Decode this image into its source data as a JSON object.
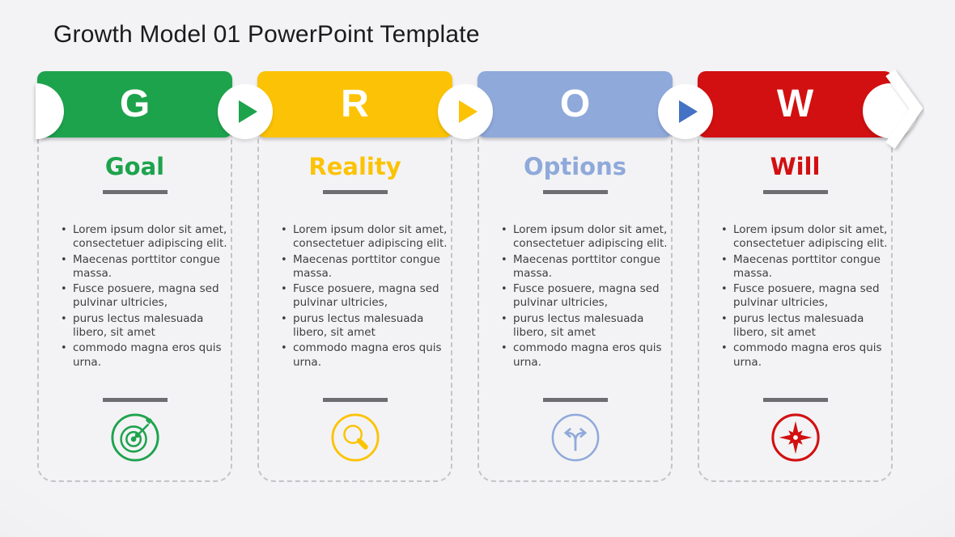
{
  "slide": {
    "title": "Growth Model 01 PowerPoint Template"
  },
  "colors": {
    "background": "#f0f0f2",
    "rule": "#6e6e72",
    "body_text": "#3e3e41",
    "title_text": "#1b1b1d",
    "card_border_dash": "#c4c4c8"
  },
  "cards": [
    {
      "letter": "G",
      "title": "Goal",
      "accent": "#1ea34d",
      "icon": "target-icon",
      "bullets": [
        "Lorem ipsum dolor sit amet, consectetuer adipiscing elit.",
        "Maecenas porttitor congue massa.",
        "Fusce posuere, magna sed pulvinar ultricies,",
        "purus lectus malesuada libero, sit amet",
        "commodo magna eros quis urna."
      ]
    },
    {
      "letter": "R",
      "title": "Reality",
      "accent": "#fcc306",
      "icon": "magnifier-icon",
      "bullets": [
        "Lorem ipsum dolor sit amet, consectetuer adipiscing elit.",
        "Maecenas porttitor congue massa.",
        "Fusce posuere, magna sed pulvinar ultricies,",
        "purus lectus malesuada libero, sit amet",
        "commodo magna eros quis urna."
      ]
    },
    {
      "letter": "O",
      "title": "Options",
      "accent": "#8fa9da",
      "icon": "fork-path-icon",
      "bullets": [
        "Lorem ipsum dolor sit amet, consectetuer adipiscing elit.",
        "Maecenas porttitor congue massa.",
        "Fusce posuere, magna sed pulvinar ultricies,",
        "purus lectus malesuada libero, sit amet",
        "commodo magna eros quis urna."
      ]
    },
    {
      "letter": "W",
      "title": "Will",
      "accent": "#d21011",
      "icon": "compass-icon",
      "bullets": [
        "Lorem ipsum dolor sit amet, consectetuer adipiscing elit.",
        "Maecenas porttitor congue massa.",
        "Fusce posuere, magna sed pulvinar ultricies,",
        "purus lectus malesuada libero, sit amet",
        "commodo magna eros quis urna."
      ]
    }
  ],
  "connectors": [
    {
      "arrow_color": "#1ea34d"
    },
    {
      "arrow_color": "#fcc306"
    },
    {
      "arrow_color": "#4472c4"
    }
  ]
}
